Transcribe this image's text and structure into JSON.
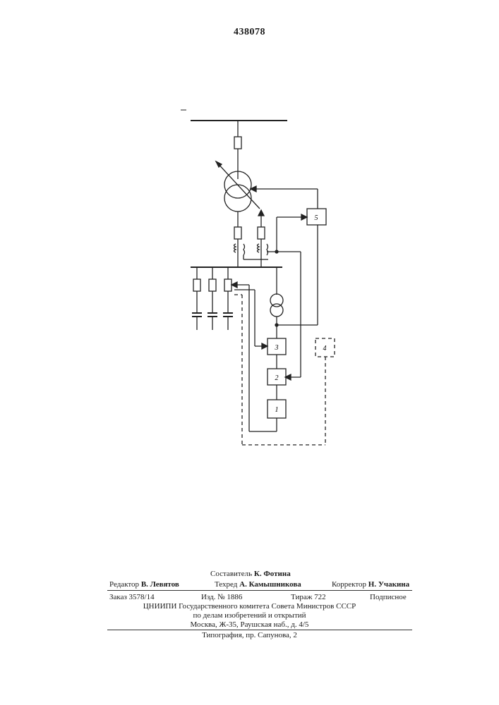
{
  "header": {
    "patent_number": "438078"
  },
  "diagram": {
    "blocks": [
      {
        "id": "block-1",
        "label": "1",
        "dashed": false
      },
      {
        "id": "block-2",
        "label": "2",
        "dashed": false
      },
      {
        "id": "block-3",
        "label": "3",
        "dashed": false
      },
      {
        "id": "block-4",
        "label": "4",
        "dashed": true
      },
      {
        "id": "block-5",
        "label": "5",
        "dashed": false
      }
    ]
  },
  "credits": {
    "compiler_label": "Составитель",
    "compiler_name": "К. Фотина",
    "editor_label": "Редактор",
    "editor_name": "В. Левятов",
    "techred_label": "Техред",
    "techred_name": "А. Камышникова",
    "corrector_label": "Корректор",
    "corrector_name": "Н. Учакина"
  },
  "imprint": {
    "order": "Заказ 3578/14",
    "edition": "Изд. № 1886",
    "circulation": "Тираж 722",
    "subscription": "Подписное",
    "org_line1": "ЦНИИПИ Государственного комитета Совета Министров СССР",
    "org_line2": "по делам изобретений и открытий",
    "address": "Москва, Ж-35, Раушская наб., д. 4/5",
    "printing": "Типография, пр. Сапунова, 2"
  }
}
